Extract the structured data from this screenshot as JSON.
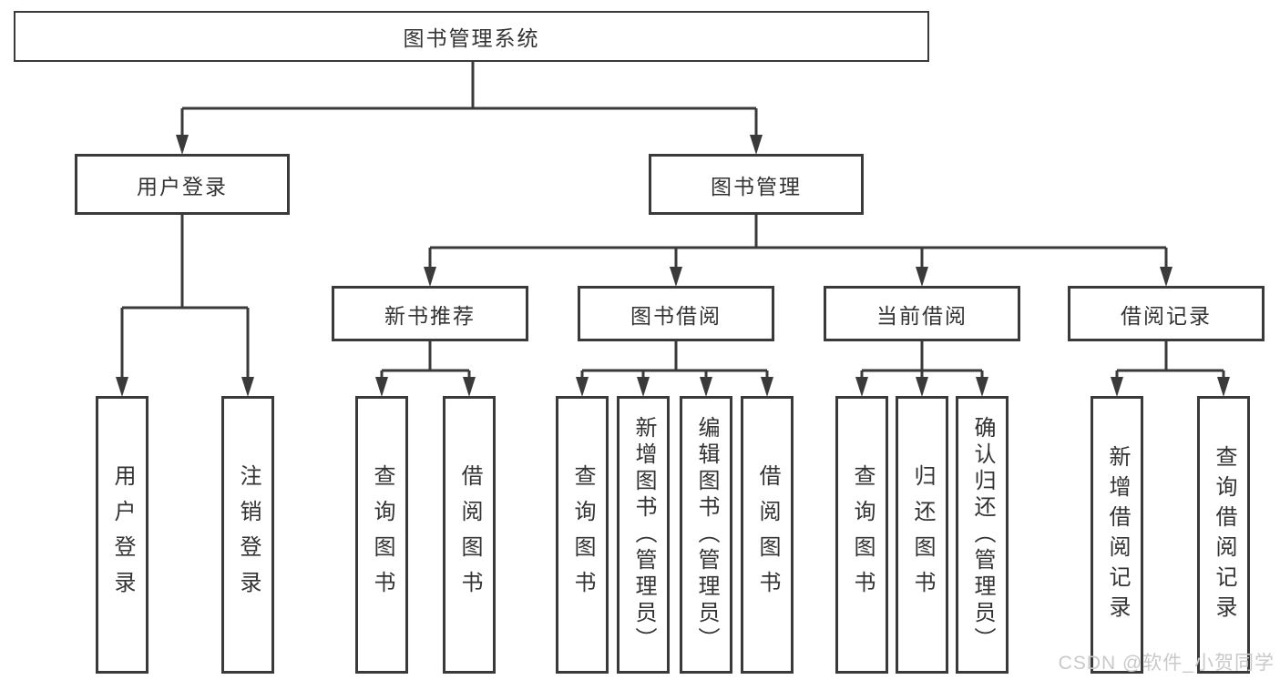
{
  "colors": {
    "line": "#3a3a3a",
    "text": "#333333",
    "watermark": "#c9c9c9",
    "background": "#ffffff"
  },
  "watermark": "CSDN @软件_小贺同学",
  "diagram": {
    "root": {
      "label": "图书管理系统"
    },
    "branches": [
      {
        "label": "用户登录",
        "children": [
          {
            "label": "用户登录"
          },
          {
            "label": "注销登录"
          }
        ]
      },
      {
        "label": "图书管理",
        "children": [
          {
            "label": "新书推荐",
            "children": [
              {
                "label": "查询图书"
              },
              {
                "label": "借阅图书"
              }
            ]
          },
          {
            "label": "图书借阅",
            "children": [
              {
                "label": "查询图书"
              },
              {
                "label": "新增图书（管理员）"
              },
              {
                "label": "编辑图书（管理员）"
              },
              {
                "label": "借阅图书"
              }
            ]
          },
          {
            "label": "当前借阅",
            "children": [
              {
                "label": "查询图书"
              },
              {
                "label": "归还图书"
              },
              {
                "label": "确认归还（管理员）"
              }
            ]
          },
          {
            "label": "借阅记录",
            "children": [
              {
                "label": "新增借阅记录"
              },
              {
                "label": "查询借阅记录"
              }
            ]
          }
        ]
      }
    ]
  }
}
